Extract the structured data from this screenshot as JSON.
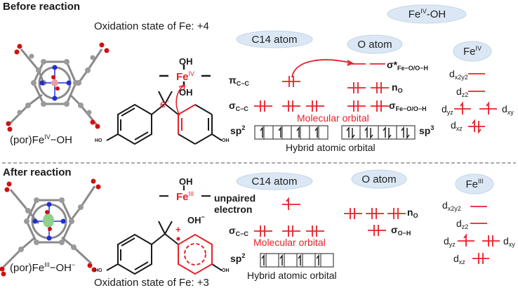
{
  "before": {
    "heading": "Before reaction",
    "oxidation_state": "Oxidation state of Fe: +4",
    "complex_label_pre": "(por)Fe",
    "complex_label_sup": "IV",
    "complex_label_post": "−OH",
    "fe_center": {
      "element": "Fe",
      "charge": "IV",
      "top_ligand": "OH",
      "bottom_ligand": "OH"
    },
    "electron_label": "e",
    "electron_sup": "−",
    "ho_label": "HO",
    "oh_label": "OH",
    "clouds": {
      "c14": "C14 atom",
      "o": "O atom",
      "feoh_pre": "Fe",
      "feoh_sup": "IV",
      "feoh_post": "-OH",
      "fe_pre": "Fe",
      "fe_sup": "IV"
    },
    "levels": {
      "pi": {
        "sym": "π",
        "sub": "C−C"
      },
      "sigma_cc": {
        "sym": "σ",
        "sub": "C−C"
      },
      "sigma_star": {
        "sym": "σ*",
        "sub": "Fe−O/O−H"
      },
      "n_o": {
        "sym": "n",
        "sub": "O"
      },
      "sigma_feo": {
        "sym": "σ",
        "sub": "Fe−O/O−H"
      }
    },
    "d_orbitals": [
      {
        "name": "d",
        "sub": "x2y2",
        "occupancy": 0
      },
      {
        "name": "d",
        "sub": "z2",
        "occupancy": 0
      },
      {
        "name": "d",
        "sub": "yz",
        "occupancy": 1
      },
      {
        "name": "d",
        "sub": "xy",
        "occupancy": 1
      },
      {
        "name": "d",
        "sub": "xz",
        "occupancy": 2
      }
    ],
    "molecular_orbital_label": "Molecular orbital",
    "hybrid_label": "Hybrid atomic orbital",
    "sp2": {
      "label": "sp",
      "sup": "2",
      "cells": [
        "up",
        "",
        "up",
        "",
        "up",
        "",
        "up",
        ""
      ]
    },
    "sp3": {
      "label": "sp",
      "sup": "3",
      "cells": [
        "updown",
        "updown",
        "updown",
        "updown"
      ]
    }
  },
  "after": {
    "heading": "After reaction",
    "oxidation_state": "Oxidation state of Fe: +3",
    "complex_label_pre": "(por)Fe",
    "complex_label_sup": "III",
    "complex_label_post": "−OH",
    "complex_label_post_sup": "−",
    "fe_center": {
      "element": "Fe",
      "charge": "III",
      "top_ligand": "OH"
    },
    "hydroxide": "OH",
    "hydroxide_sup": "−",
    "cation_sign": "+",
    "ho_label": "HO",
    "oh_label": "OH",
    "clouds": {
      "c14": "C14 atom",
      "o": "O atom",
      "fe_pre": "Fe",
      "fe_sup": "III"
    },
    "levels": {
      "unpaired": "unpaired electron",
      "unpaired_line1": "unpaired",
      "unpaired_line2": "electron",
      "sigma_cc": {
        "sym": "σ",
        "sub": "C−C"
      },
      "n_o": {
        "sym": "n",
        "sub": "O"
      },
      "sigma_oh": {
        "sym": "σ",
        "sub": "O−H"
      }
    },
    "d_orbitals": [
      {
        "name": "d",
        "sub": "x2y2",
        "occupancy": 0
      },
      {
        "name": "d",
        "sub": "z2",
        "occupancy": 0
      },
      {
        "name": "d",
        "sub": "yz",
        "occupancy": 1
      },
      {
        "name": "d",
        "sub": "xy",
        "occupancy": 2
      },
      {
        "name": "d",
        "sub": "xz",
        "occupancy": 2
      }
    ],
    "molecular_orbital_label": "Molecular orbital",
    "hybrid_label": "Hybrid atomic orbital",
    "sp2": {
      "label": "sp",
      "sup": "2",
      "cells": [
        "up",
        "",
        "up",
        "",
        "up",
        "",
        "up",
        ""
      ]
    }
  },
  "colors": {
    "accent": "#e8202a",
    "cloud": "#dbe7f4",
    "text": "#1a1a1a"
  }
}
